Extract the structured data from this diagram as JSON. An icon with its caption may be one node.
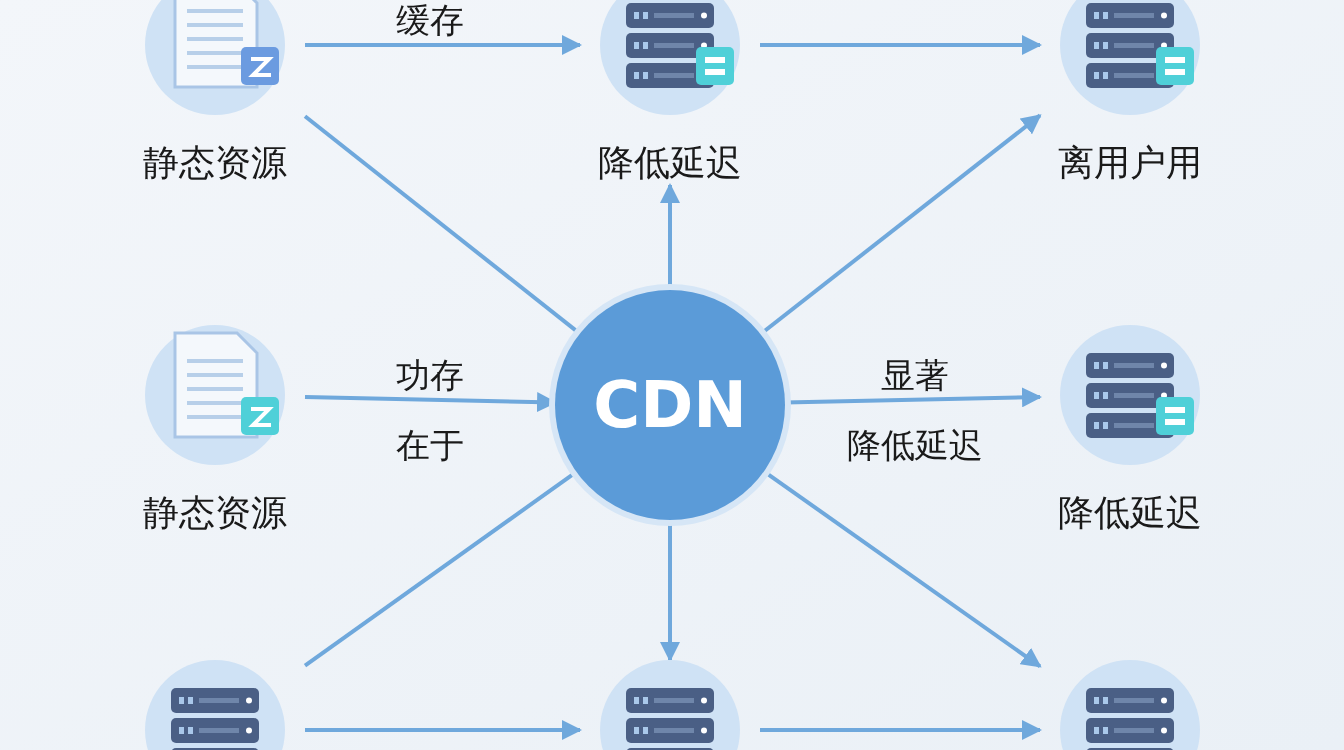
{
  "diagram": {
    "nodes": [
      {
        "text": [
          "静态资源"
        ]
      },
      {
        "text": [
          "降低延迟"
        ]
      },
      {
        "text": [
          "离用户用"
        ]
      },
      {
        "text": [
          "静态资源"
        ]
      },
      {
        "text": [
          "CDN"
        ]
      },
      {
        "text": [
          "降低延迟"
        ]
      },
      {
        "text": [],
        "shape": "picture"
      },
      {
        "text": [],
        "shape": "picture"
      },
      {
        "text": [],
        "shape": "picture"
      }
    ],
    "edges": [
      {
        "from": 0,
        "to": 1,
        "arrow": "to",
        "label": "缓存"
      },
      {
        "from": 1,
        "to": 2,
        "arrow": "to"
      },
      {
        "from": 0,
        "to": 4,
        "arrow": "none"
      },
      {
        "from": 4,
        "to": 1,
        "arrow": "to"
      },
      {
        "from": 4,
        "to": 2,
        "arrow": "to"
      },
      {
        "from": 3,
        "to": 4,
        "arrow": "to",
        "label": "功存"
      },
      {
        "from": 4,
        "to": 5,
        "arrow": "to",
        "label": "显著"
      },
      {
        "from": 6,
        "to": 4,
        "arrow": "none"
      },
      {
        "from": 4,
        "to": 7,
        "arrow": "to"
      },
      {
        "from": 4,
        "to": 8,
        "arrow": "to"
      },
      {
        "from": 6,
        "to": 7,
        "arrow": "to"
      },
      {
        "from": 7,
        "to": 8,
        "arrow": "to"
      }
    ],
    "labels": [
      "在于",
      "降低延迟"
    ]
  }
}
